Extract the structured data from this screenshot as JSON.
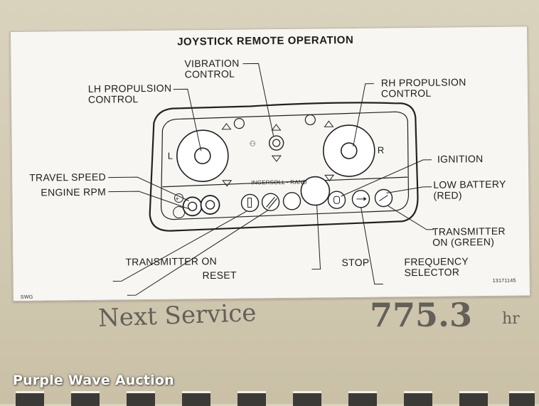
{
  "placard": {
    "title": "JOYSTICK REMOTE OPERATION",
    "labels": {
      "vibration_control_1": "VIBRATION",
      "vibration_control_2": "CONTROL",
      "lh_propulsion_1": "LH PROPULSION",
      "lh_propulsion_2": "CONTROL",
      "rh_propulsion_1": "RH PROPULSION",
      "rh_propulsion_2": "CONTROL",
      "travel_speed": "TRAVEL SPEED",
      "engine_rpm": "ENGINE RPM",
      "ignition": "IGNITION",
      "low_battery_1": "LOW BATTERY",
      "low_battery_2": "(RED)",
      "transmitter_on": "TRANSMITTER ON",
      "reset": "RESET",
      "stop": "STOP",
      "frequency_selector_1": "FREQUENCY",
      "frequency_selector_2": "SELECTOR",
      "transmitter_on_green_1": "TRANSMITTER",
      "transmitter_on_green_2": "ON (GREEN)"
    },
    "panel": {
      "left_joystick_letter": "L",
      "right_joystick_letter": "R",
      "brand": "INGERSOLL - RAND"
    },
    "part_number": "13171145",
    "corner_code": "SWG"
  },
  "handwriting": {
    "note": "Next Service",
    "hours": "775.3",
    "unit": "hr"
  },
  "watermark": "Purple Wave Auction",
  "colors": {
    "machine_body": "#d4ccb5",
    "placard": "#f7f6f2",
    "ink": "#1d1d1d"
  }
}
